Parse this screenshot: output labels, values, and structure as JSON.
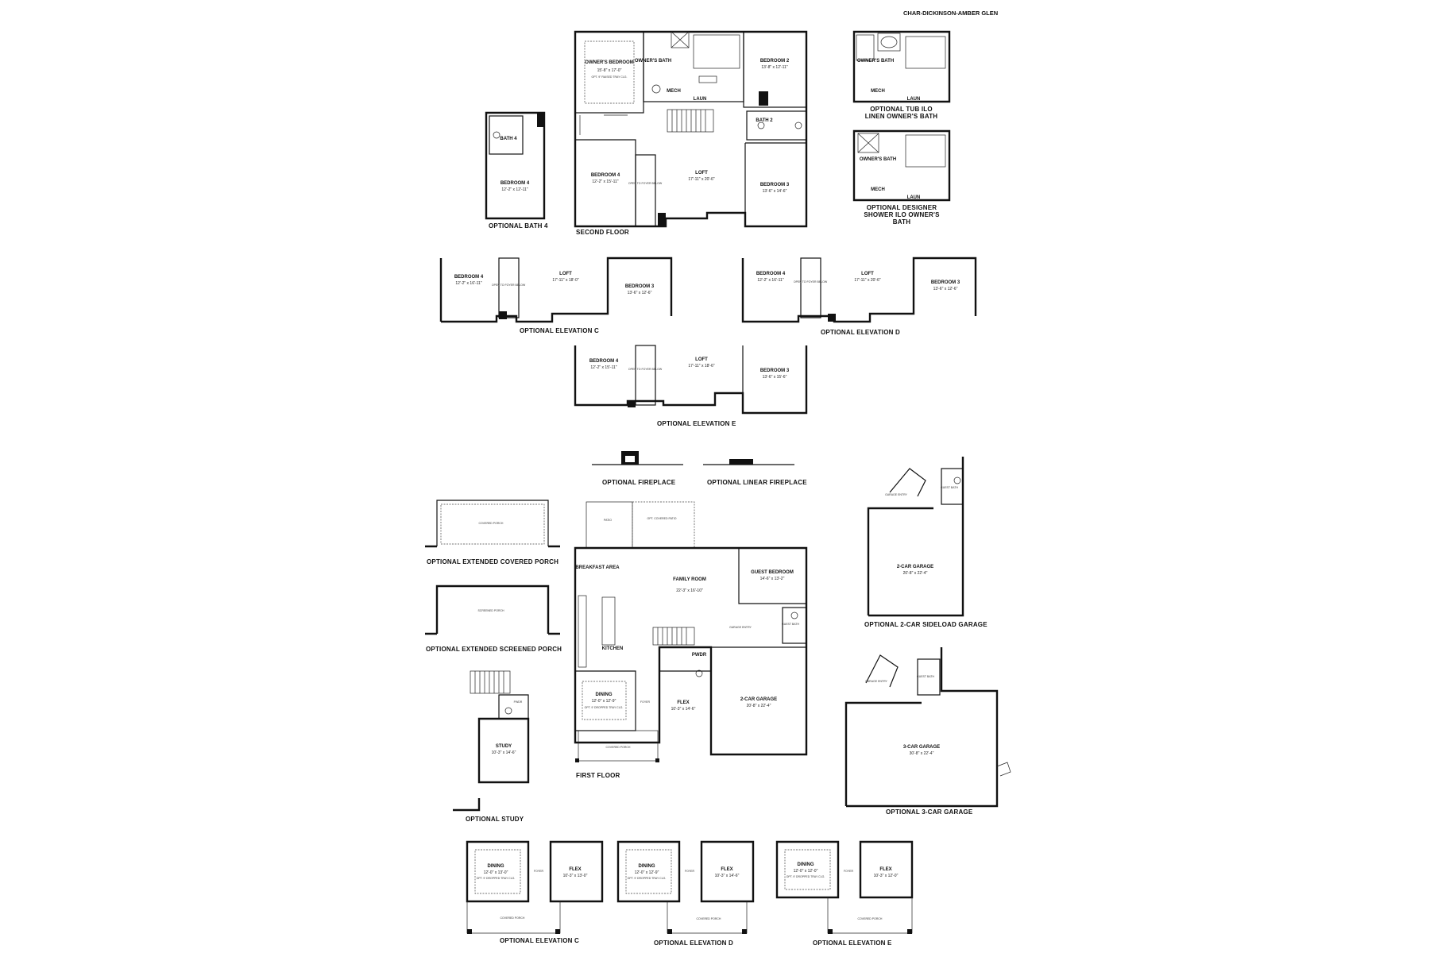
{
  "document": {
    "title": "CHAR-DICKINSON-AMBER GLEN"
  },
  "labels": {
    "second_floor": "SECOND FLOOR",
    "optional_bath_4": "OPTIONAL BATH 4",
    "optional_tub": "OPTIONAL TUB ILO LINEN OWNER'S BATH",
    "optional_designer_shower": "OPTIONAL DESIGNER SHOWER ILO OWNER'S BATH",
    "optional_elevation_c_upper": "OPTIONAL ELEVATION C",
    "optional_elevation_d_upper": "OPTIONAL ELEVATION D",
    "optional_elevation_e_upper": "OPTIONAL ELEVATION E",
    "optional_fireplace": "OPTIONAL FIREPLACE",
    "optional_linear_fireplace": "OPTIONAL LINEAR FIREPLACE",
    "optional_extended_covered_porch": "OPTIONAL EXTENDED COVERED PORCH",
    "optional_extended_screened_porch": "OPTIONAL EXTENDED SCREENED PORCH",
    "optional_study": "OPTIONAL STUDY",
    "first_floor": "FIRST FLOOR",
    "optional_2car_sideload": "OPTIONAL 2-CAR SIDELOAD GARAGE",
    "optional_3car": "OPTIONAL 3-CAR GARAGE",
    "optional_elevation_c_lower": "OPTIONAL ELEVATION C",
    "optional_elevation_d_lower": "OPTIONAL ELEVATION D",
    "optional_elevation_e_lower": "OPTIONAL ELEVATION E"
  },
  "rooms": {
    "owners_bedroom": {
      "name": "OWNER'S BEDROOM",
      "dim": "15'-8\" x 17'-0\"",
      "note": "OPT. 9\" RAISED TRAY CLG."
    },
    "owners_bath": "OWNER'S BATH",
    "bedroom2": {
      "name": "BEDROOM 2",
      "dim": "13'-8\" x 12'-11\""
    },
    "mech": "MECH",
    "laun": "LAUN",
    "bath2": "BATH 2",
    "bedroom4": {
      "name": "BEDROOM 4",
      "dim": "12'-2\" x 15'-11\""
    },
    "open_to_foyer": "OPEN TO FOYER BELOW",
    "loft": {
      "name": "LOFT",
      "dim": "17'-11\" x 20'-6\""
    },
    "bedroom3": {
      "name": "BEDROOM 3",
      "dim": "13'-6\" x 14'-6\""
    },
    "opt_bath4_bedroom4": {
      "name": "BEDROOM 4",
      "dim": "12'-2\" x 12'-11\""
    },
    "opt_bath4_bath": "BATH 4",
    "elevc_bedroom4": {
      "name": "BEDROOM 4",
      "dim": "12'-2\" x 16'-11\""
    },
    "elevc_loft": {
      "name": "LOFT",
      "dim": "17'-11\" x 18'-0\""
    },
    "elevc_bedroom3": {
      "name": "BEDROOM 3",
      "dim": "13'-6\" x 12'-6\""
    },
    "elevd_bedroom4": {
      "name": "BEDROOM 4",
      "dim": "12'-2\" x 16'-11\""
    },
    "elevd_loft": {
      "name": "LOFT",
      "dim": "17'-11\" x 20'-6\""
    },
    "elevd_bedroom3": {
      "name": "BEDROOM 3",
      "dim": "13'-6\" x 12'-6\""
    },
    "eleve_bedroom4": {
      "name": "BEDROOM 4",
      "dim": "12'-2\" x 15'-11\""
    },
    "eleve_loft": {
      "name": "LOFT",
      "dim": "17'-11\" x 18'-6\""
    },
    "eleve_bedroom3": {
      "name": "BEDROOM 3",
      "dim": "13'-6\" x 15'-6\""
    },
    "covered_porch_ext": "COVERED PORCH",
    "screened_porch_ext": "SCREENED PORCH",
    "patio": "PATIO",
    "opt_covered_patio": "OPT. COVERED PATIO",
    "breakfast": "BREAKFAST AREA",
    "family_room": {
      "name": "FAMILY ROOM",
      "dim": "22'-3\" x 16'-10\""
    },
    "guest_bedroom": {
      "name": "GUEST BEDROOM",
      "dim": "14'-6\" x 13'-2\""
    },
    "guest_bath": "GUEST BATH",
    "garage_entry": "GARAGE ENTRY",
    "kitchen": "KITCHEN",
    "pwdr": "PWDR",
    "dining": {
      "name": "DINING",
      "dim": "12'-0\" x 12'-9\"",
      "note": "OPT. 9' DROPPED TRAY CLG."
    },
    "foyer": "FOYER",
    "flex": {
      "name": "FLEX",
      "dim": "10'-3\" x 14'-6\""
    },
    "garage2": {
      "name": "2-CAR GARAGE",
      "dim": "20'-8\" x 22'-4\""
    },
    "covered_porch": "COVERED PORCH",
    "study": {
      "name": "STUDY",
      "dim": "10'-3\" x 14'-6\""
    },
    "study_pwdr": "PWDR",
    "sideload_garage": {
      "name": "2-CAR GARAGE",
      "dim": "20'-8\" x 22'-4\""
    },
    "sideload_entry": "GARAGE ENTRY",
    "sideload_bath": "GUEST BATH",
    "garage3": {
      "name": "3-CAR GARAGE",
      "dim": "30'-8\" x 22'-4\""
    },
    "garage3_entry": "GARAGE ENTRY",
    "garage3_bath": "GUEST BATH",
    "lc_dining": {
      "name": "DINING",
      "dim": "12'-0\" x 13'-0\"",
      "note": "OPT. 9' DROPPED TRAY CLG."
    },
    "lc_foyer": "FOYER",
    "lc_flex": {
      "name": "FLEX",
      "dim": "10'-3\" x 13'-0\""
    },
    "lc_porch": "COVERED PORCH",
    "ld_dining": {
      "name": "DINING",
      "dim": "12'-0\" x 12'-9\"",
      "note": "OPT. 9' DROPPED TRAY CLG."
    },
    "ld_foyer": "FOYER",
    "ld_flex": {
      "name": "FLEX",
      "dim": "10'-3\" x 14'-6\""
    },
    "ld_porch": "COVERED PORCH",
    "le_dining": {
      "name": "DINING",
      "dim": "12'-0\" x 12'-0\"",
      "note": "OPT. 9' DROPPED TRAY CLG."
    },
    "le_foyer": "FOYER",
    "le_flex": {
      "name": "FLEX",
      "dim": "10'-3\" x 12'-0\""
    },
    "le_porch": "COVERED PORCH"
  }
}
